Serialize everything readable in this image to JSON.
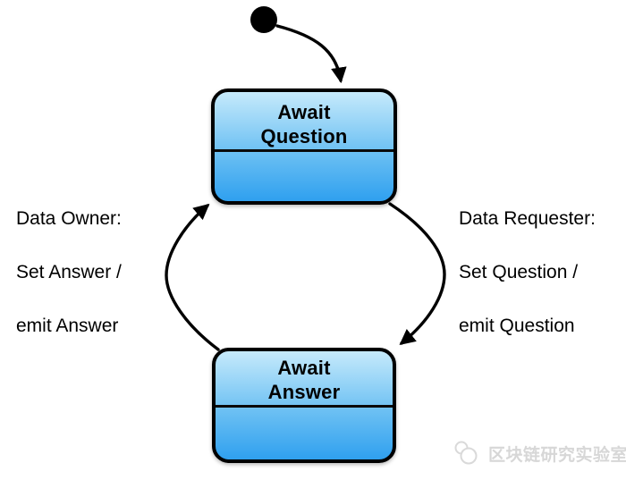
{
  "diagram": {
    "type": "uml-state-machine",
    "states": [
      {
        "name": "Await\nQuestion"
      },
      {
        "name": "Await\nAnswer"
      }
    ],
    "transitions": [
      {
        "from": "initial",
        "to": "Await Question",
        "label": ""
      },
      {
        "from": "Await Question",
        "to": "Await Answer",
        "label": "Data Requester: Set Question / emit Question"
      },
      {
        "from": "Await Answer",
        "to": "Await Question",
        "label": "Data Owner: Set Answer / emit Answer"
      }
    ],
    "labels": {
      "left": {
        "lines": [
          "Data Owner:",
          "Set Answer /",
          "emit Answer"
        ]
      },
      "right": {
        "lines": [
          "Data Requester:",
          "Set Question /",
          "emit Question"
        ]
      }
    },
    "colors": {
      "state_gradient_top": "#c6eafb",
      "state_gradient_bottom": "#2fa0ef",
      "state_border": "#000000",
      "arrow": "#000000",
      "text": "#000000",
      "watermark": "#d7d7d7"
    },
    "watermark": {
      "text": "区块链研究实验室",
      "icon": "overlapping-circles-logo-icon"
    }
  }
}
